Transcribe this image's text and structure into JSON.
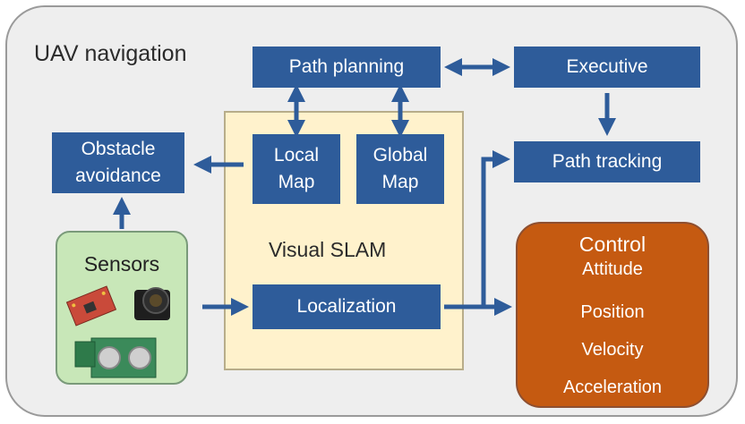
{
  "title": "UAV navigation",
  "boxes": {
    "path_planning": "Path planning",
    "executive": "Executive",
    "obstacle_avoidance": [
      "Obstacle",
      "avoidance"
    ],
    "local_map": [
      "Local",
      "Map"
    ],
    "global_map": [
      "Global",
      "Map"
    ],
    "path_tracking": "Path tracking",
    "localization": "Localization"
  },
  "visual_slam": "Visual SLAM",
  "sensors": "Sensors",
  "control": {
    "title": "Control",
    "items": [
      "Attitude",
      "Position",
      "Velocity",
      "Acceleration"
    ]
  },
  "colors": {
    "box": "#2e5c9a",
    "frame_bg": "#eeeeee",
    "slam_bg": "#fff2cc",
    "sensors_bg": "#c8e7b8",
    "control_bg": "#c55a11"
  }
}
